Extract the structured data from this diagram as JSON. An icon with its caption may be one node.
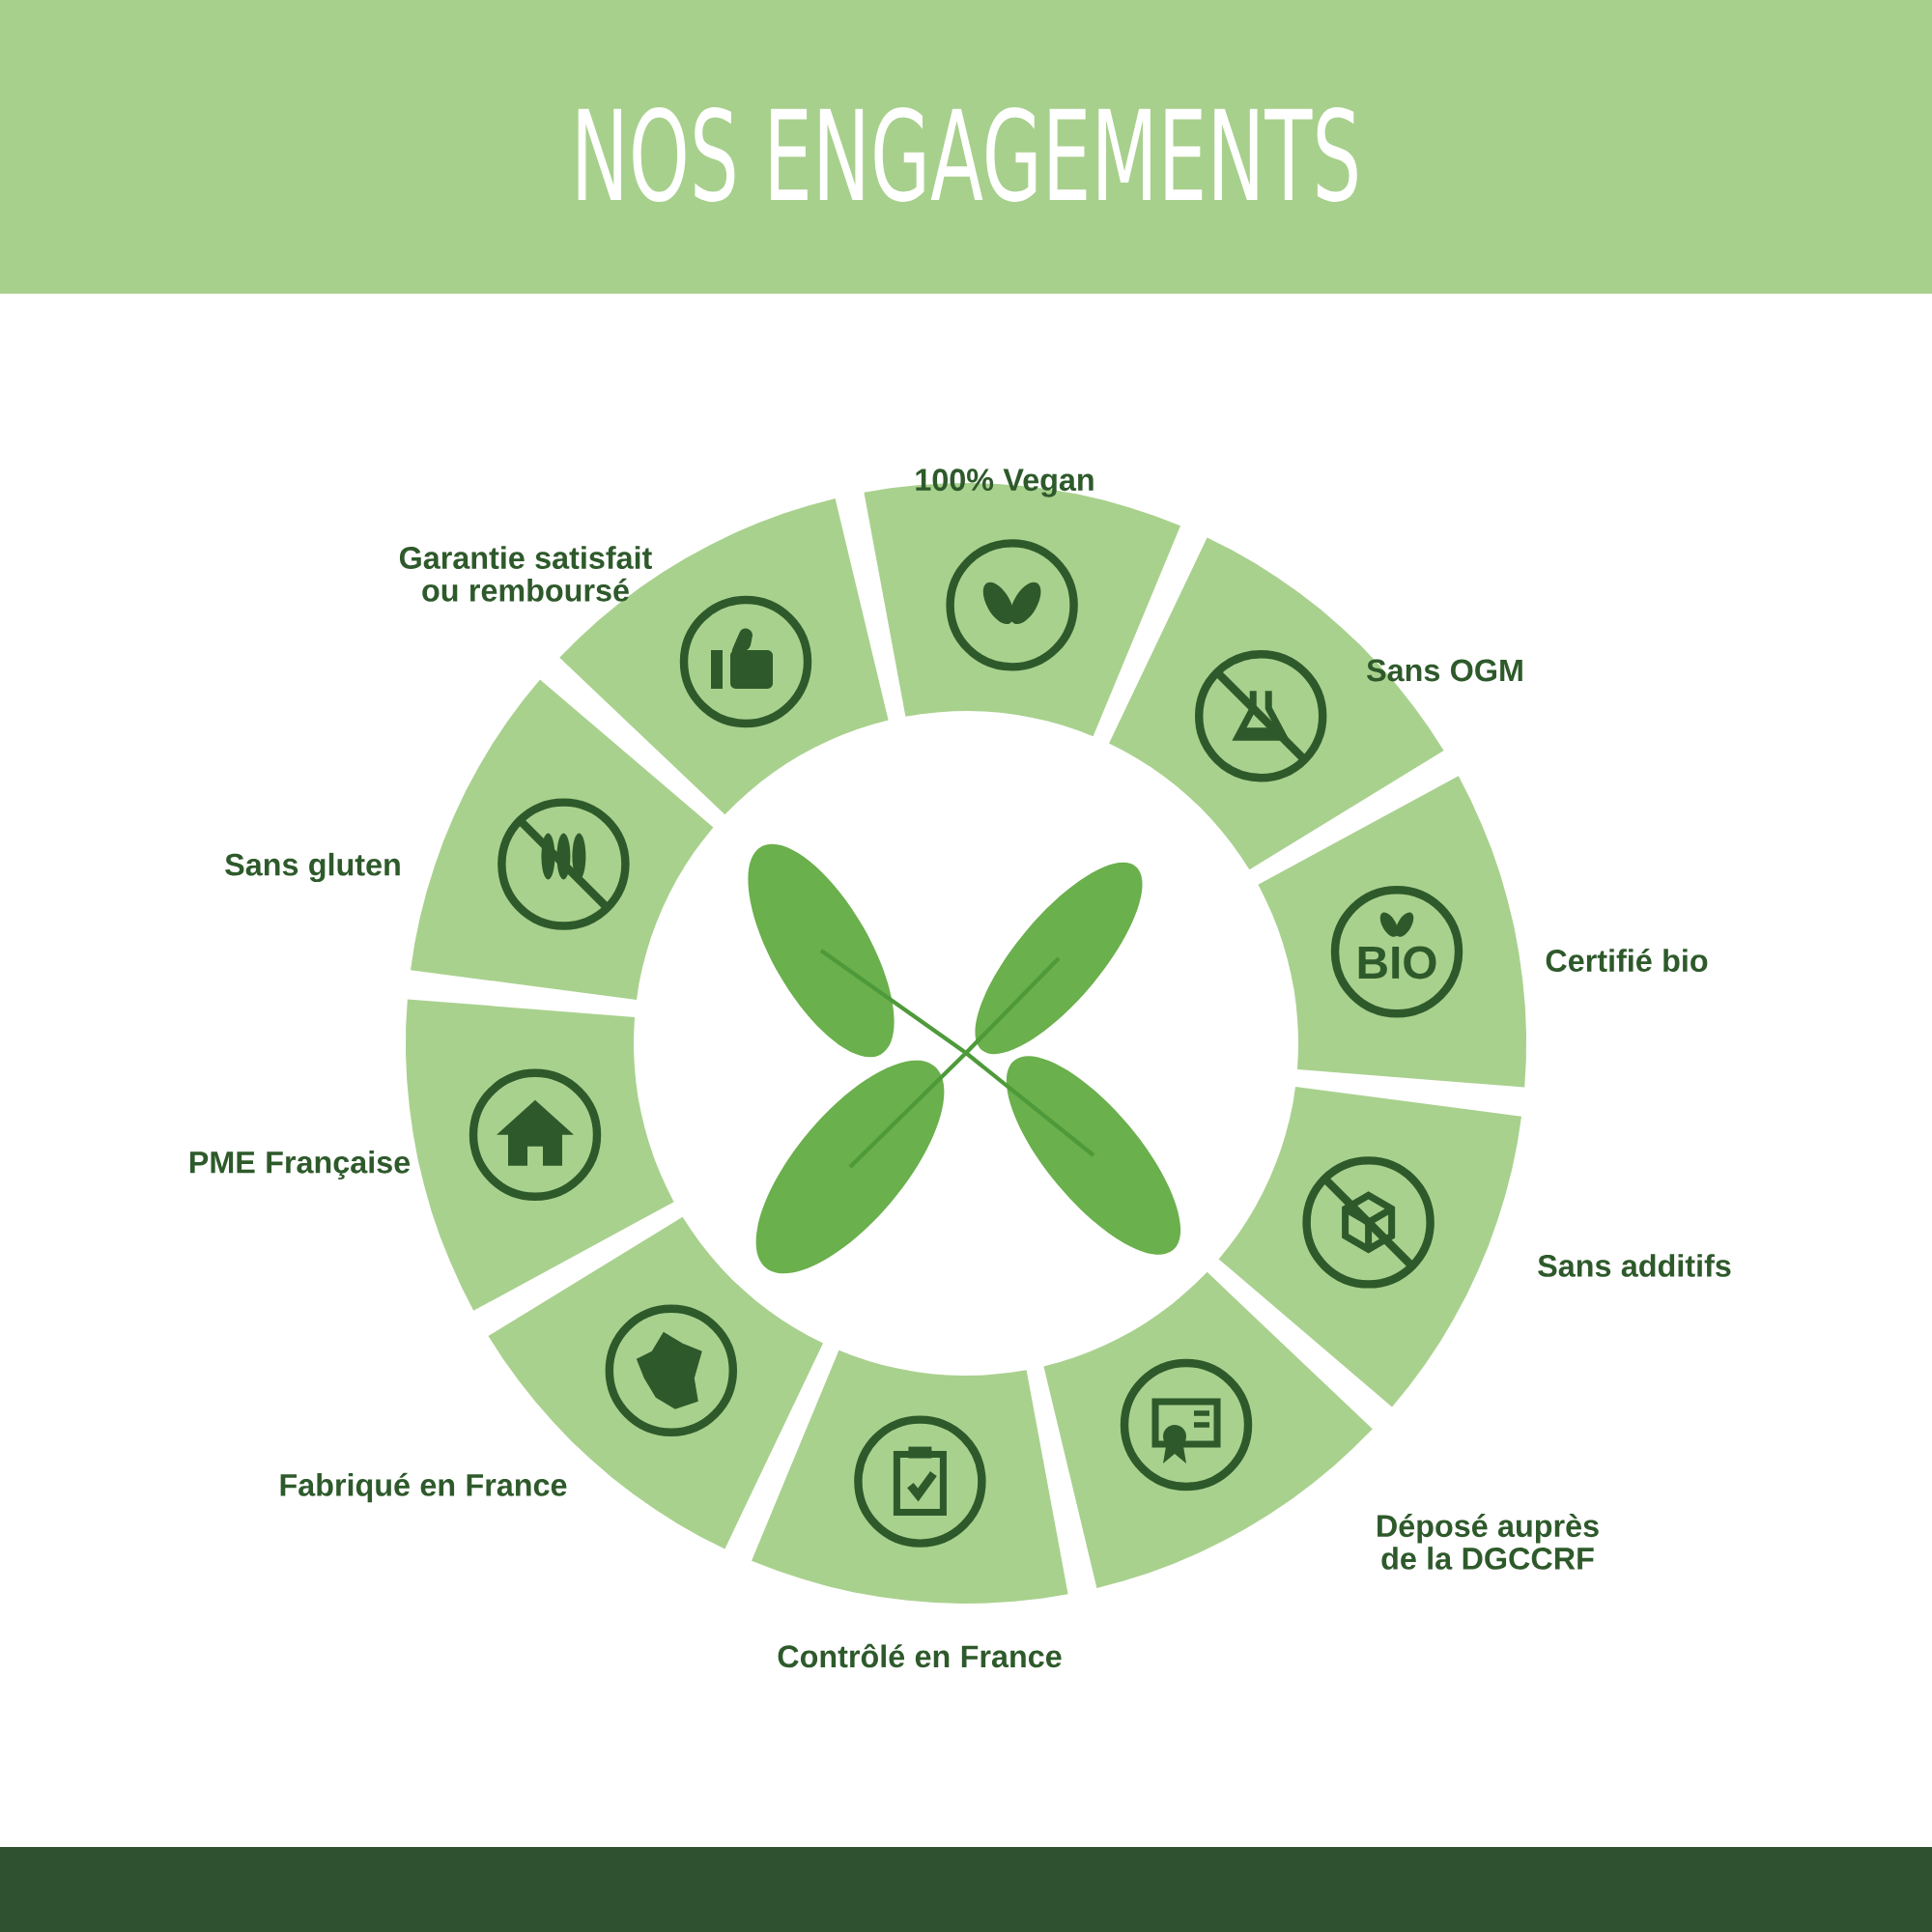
{
  "diagram": {
    "title": "NOS ENGAGEMENTS",
    "nodes": [
      {
        "text": [],
        "shape": "segment",
        "beside": [
          "100% Vegan"
        ]
      },
      {
        "text": [],
        "shape": "segment",
        "beside": [
          "Sans OGM"
        ]
      },
      {
        "text": [
          "BIO"
        ],
        "beside": [
          "Certifié bio"
        ]
      },
      {
        "text": [],
        "shape": "segment",
        "beside": [
          "Sans additifs"
        ]
      },
      {
        "text": [],
        "shape": "segment",
        "beside": [
          "Déposé auprès de la DGCCRF"
        ]
      },
      {
        "text": [],
        "shape": "segment",
        "beside": [
          "Contrôlé en France"
        ]
      },
      {
        "text": [],
        "shape": "segment",
        "beside": [
          "Fabriqué en France"
        ]
      },
      {
        "text": [],
        "shape": "segment",
        "beside": [
          "PME Française"
        ]
      },
      {
        "text": [],
        "shape": "segment",
        "beside": [
          "Sans gluten"
        ]
      },
      {
        "text": [],
        "shape": "segment",
        "beside": [
          "Garantie satisfait ou remboursé"
        ]
      }
    ]
  }
}
